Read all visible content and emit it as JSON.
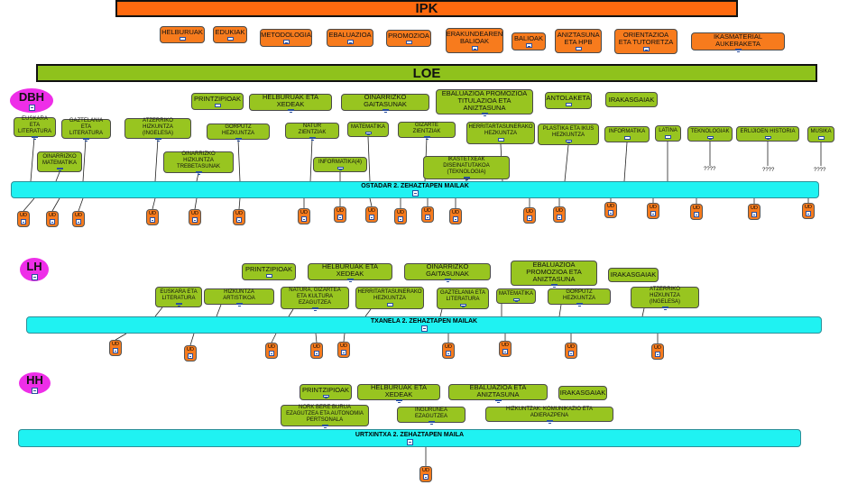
{
  "banners": {
    "ipk": "IPK",
    "loe": "LOE"
  },
  "ipk_items": [
    "HELBURUAK",
    "EDUKIAK",
    "METODOLOGIA",
    "EBALUAZIOA",
    "PROMOZIOA",
    "ERAKUNDEAREN BALIOAK",
    "BALIOAK",
    "ANIZTASUNA ETA HPB",
    "ORIENTAZIOA ETA TUTORETZA",
    "IKASMATERIAL AUKERAKETA"
  ],
  "dbh": {
    "stage": "DBH",
    "top": [
      "PRINTZIPIOAK",
      "HELBURUAK ETA XEDEAK",
      "OINARRIZKO GAITASUNAK",
      "EBALUAZIOA PROMOZIOA TITULAZIOA ETA ANIZTASUNA",
      "ANTOLAKETA",
      "IRAKASGAIAK"
    ],
    "subjects": [
      "EUSKARA ETA LITERATURA",
      "GAZTELANIA ETA LITERATURA",
      "OINARRIZKO MATEMATIKA",
      "ATZERRIKO HIZKUNTZA (INGELESA)",
      "OINARRIZKO HIZKUNTZA TREBETASUNAK",
      "GORPUTZ HEZKUNTZA",
      "NATUR ZIENTZIAK",
      "MATEMATIKA",
      "INFORMATIKA(4)",
      "GIZARTE ZIENTZIAK",
      "HERRITARTASUNERAKO HEZKUNTZA",
      "IKASTETXEAK DISEINATUTAKOA (TEKNOLOGIA)",
      "PLASTIKA ETA IKUS HEZKUNTZA",
      "INFORMATIKA",
      "LATINA",
      "TEKNOLOGIAK",
      "ERLIJIOEN HISTORIA",
      "MUSIKA"
    ],
    "bar": "OSTADAR 2. ZEHAZTAPEN MAILAK",
    "question": "????"
  },
  "lh": {
    "stage": "LH",
    "top": [
      "PRINTZIPIOAK",
      "HELBURUAK ETA XEDEAK",
      "OINARRIZKO GAITASUNAK",
      "EBALUAZIOA PROMOZIOA ETA ANIZTASUNA",
      "IRAKASGAIAK"
    ],
    "subjects": [
      "EUSKARA ETA LITERATURA",
      "HIZKUNTZA ARTISTIKOA",
      "NATURA, GIZARTEA ETA KULTURA EZAGUTZEA",
      "HERRITARTASUNERAKO HEZKUNTZA",
      "GAZTELANIA ETA LITERATURA",
      "MATEMATIKA",
      "GORPUTZ HEZKUNTZA",
      "ATZERRIKO HIZKUNTZA (INGELESA)"
    ],
    "bar": "TXANELA 2. ZEHAZTAPEN MAILAK"
  },
  "hh": {
    "stage": "HH",
    "top": [
      "PRINTZIPIOAK",
      "HELBURUAK ETA XEDEAK",
      "EBALUAZIOA ETA ANIZTASUNA",
      "IRAKASGAIAK"
    ],
    "subjects": [
      "NORK BERE BURUA EZAGUTZEA ETA AUTONOMIA PERTSONALA",
      "INGURUNEA EZAGUTZEA",
      "HIZKUNTZAK: KOMUNIKAZIO ETA ADIERAZPENA"
    ],
    "bar": "URTXINTXA 2. ZEHAZTAPEN MAILA"
  },
  "ud_label": "UD"
}
